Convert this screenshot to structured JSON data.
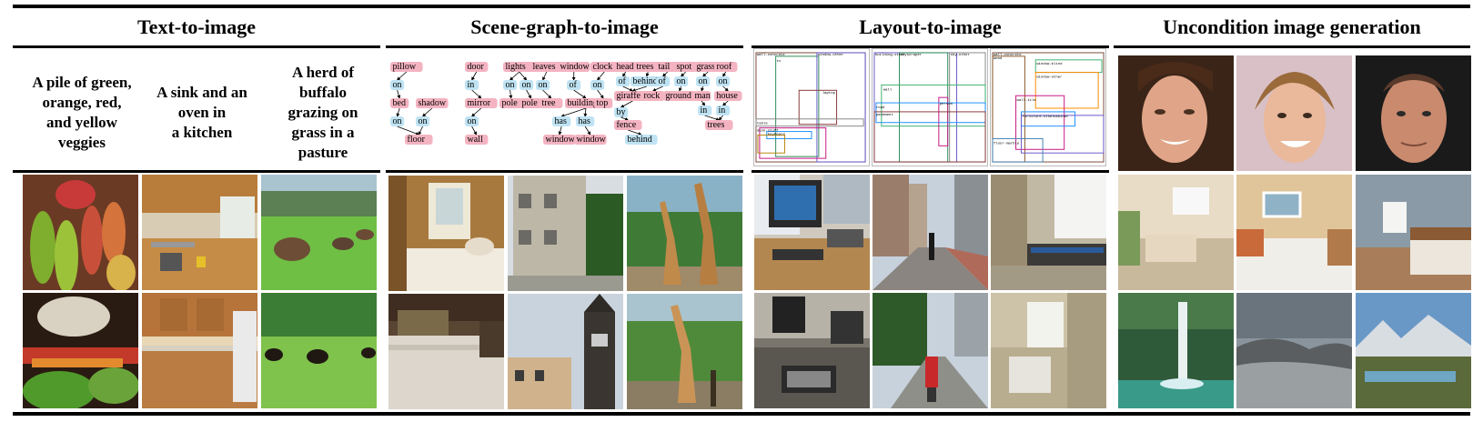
{
  "columns": [
    {
      "title": "Text-to-image"
    },
    {
      "title": "Scene-graph-to-image"
    },
    {
      "title": "Layout-to-image"
    },
    {
      "title": "Uncondition image generation"
    }
  ],
  "captions": [
    "A pile of green,\norange, red,\nand yellow\nveggies",
    "A sink and an\noven in\na kitchen",
    "A herd of\nbuffalo\ngrazing on\ngrass in a\npasture"
  ],
  "scene_graphs": [
    {
      "nodes": [
        "pillow",
        "on",
        "bed",
        "on",
        "shadow",
        "on",
        "floor"
      ]
    },
    {
      "nodes": [
        "door",
        "in",
        "mirror",
        "on",
        "wall"
      ]
    },
    {
      "nodes": [
        "lights",
        "leaves",
        "window",
        "clock",
        "on",
        "on",
        "on",
        "of",
        "on",
        "pole",
        "pole",
        "tree",
        "building",
        "top",
        "has",
        "has",
        "window",
        "window"
      ]
    },
    {
      "nodes": [
        "head",
        "trees",
        "tail",
        "spot",
        "grass",
        "roof",
        "of",
        "behind",
        "of",
        "on",
        "on",
        "on",
        "giraffe",
        "rock",
        "ground",
        "man",
        "house",
        "by",
        "in",
        "in",
        "fence",
        "trees",
        "behind"
      ]
    }
  ],
  "layouts": [
    {
      "labels": [
        "wall-concrete",
        "window-other",
        "tv",
        "laptop",
        "table",
        "mouse",
        "keyboard",
        "desk-stuff"
      ]
    },
    {
      "labels": [
        "building-other",
        "skyscraper",
        "sky-other",
        "wall",
        "person",
        "road",
        "pavement"
      ]
    },
    {
      "labels": [
        "wall-concrete",
        "wood",
        "window-blind",
        "window-other",
        "wall-tile",
        "furniture-other",
        "cabinet",
        "floor-marble"
      ]
    }
  ],
  "colors": {
    "obj": "#f4b3c0",
    "rel": "#bfe3f3",
    "rule": "#000000"
  }
}
